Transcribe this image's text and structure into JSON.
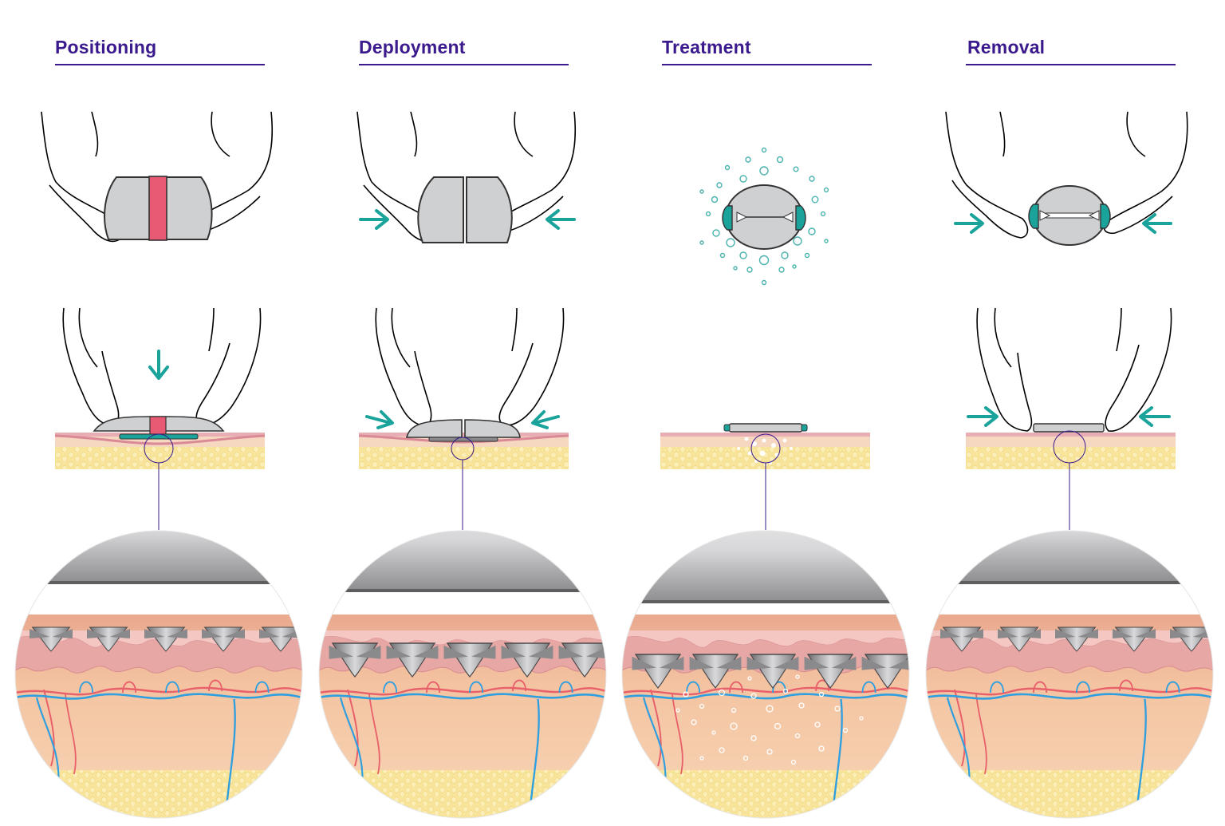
{
  "steps": [
    {
      "id": "positioning",
      "title": "Positioning"
    },
    {
      "id": "deployment",
      "title": "Deployment"
    },
    {
      "id": "treatment",
      "title": "Treatment"
    },
    {
      "id": "removal",
      "title": "Removal"
    }
  ],
  "colors": {
    "title": "#3a1a8c",
    "arrow": "#1aa39a",
    "patch": "#cfd0d2",
    "patch_stroke": "#3a3a3a",
    "band": "#e85a74",
    "epidermis": "#e9aeb4",
    "dermis": "#f7d2b4",
    "fat": "#f8e49a",
    "artery": "#e8606a",
    "vein": "#2f9fe0",
    "needle": "#9a9a9a",
    "bubble": "#4ab3ad"
  },
  "icons": [
    "hands-icon",
    "arrow-icon",
    "microneedle-patch-icon",
    "skin-layer-icon",
    "magnifier-circle-icon",
    "bubbles-icon"
  ]
}
